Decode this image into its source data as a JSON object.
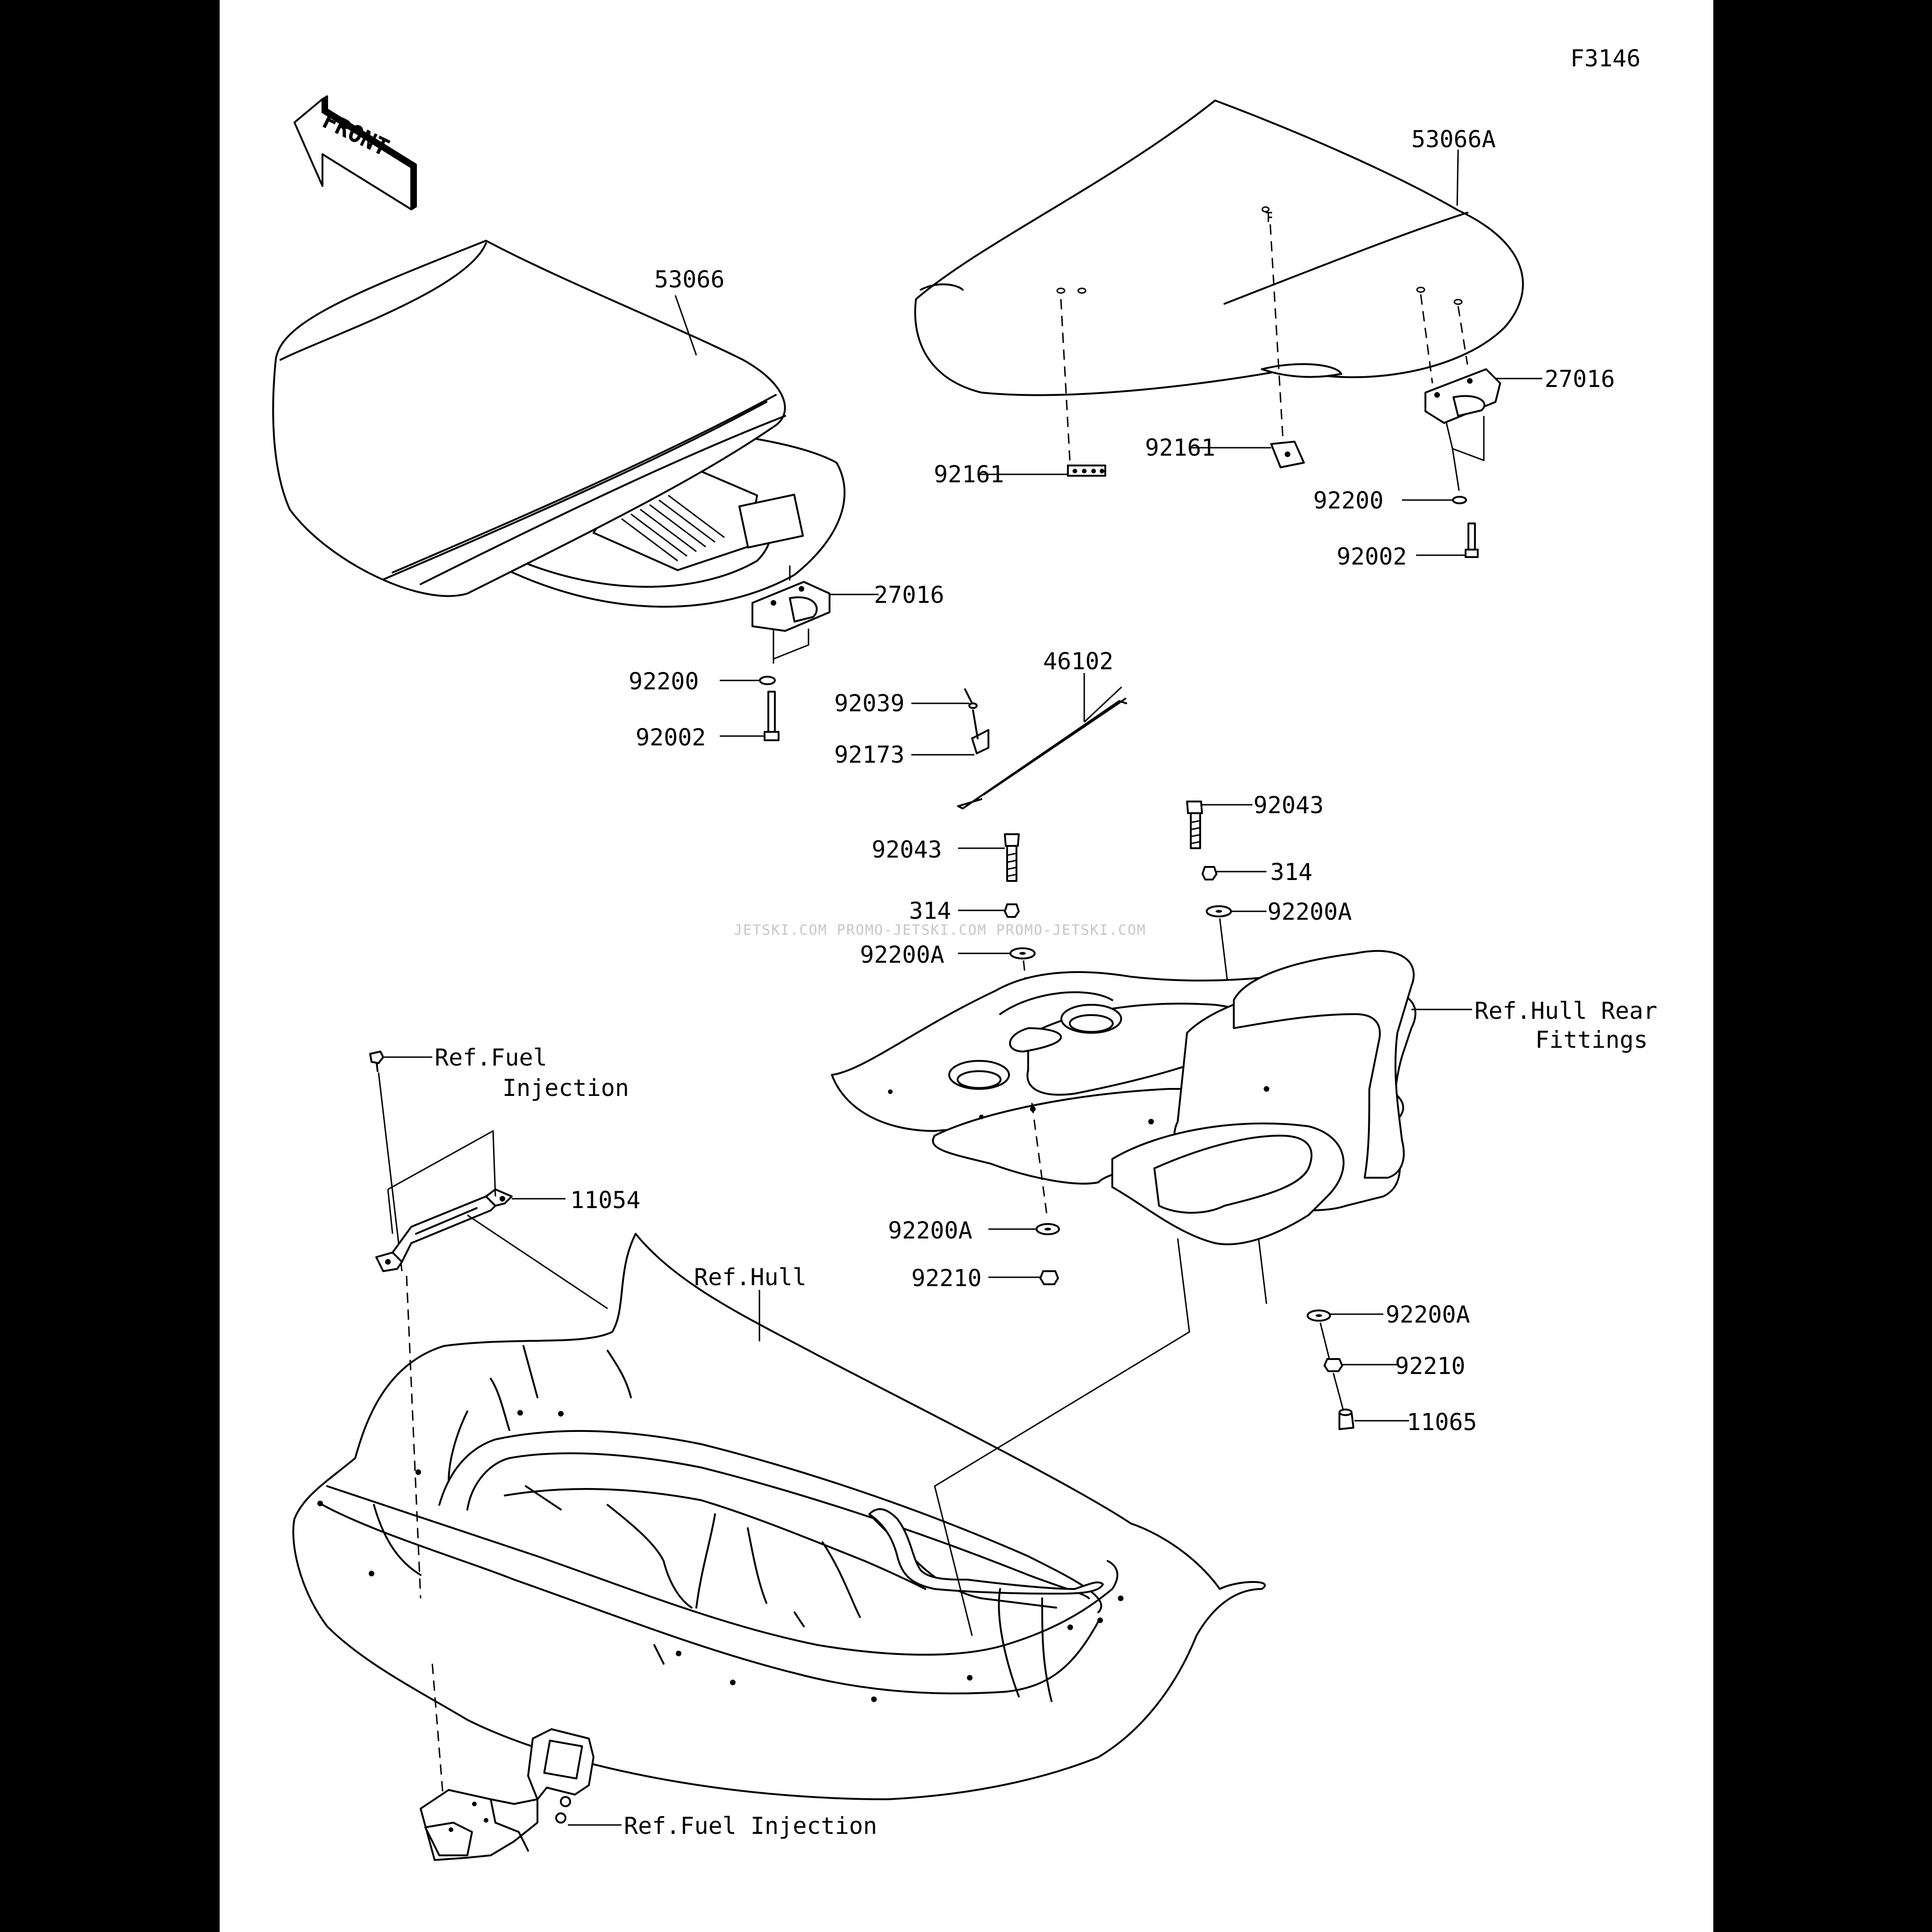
{
  "diagram": {
    "figure_code": "F3146",
    "front_arrow_text": "FRONT",
    "watermark": "JETSKI.COM  PROMO-JETSKI.COM  PROMO-JETSKI.COM",
    "labels": {
      "seat_front": "53066",
      "seat_rear": "53066A",
      "hook_front": "27016",
      "hook_rear": "27016",
      "washer_front": "92200",
      "washer_rear": "92200",
      "bolt_front": "92002",
      "bolt_rear": "92002",
      "nut_left": "92161",
      "nut_center": "92161",
      "rod": "46102",
      "spring_pin": "92039",
      "clamp": "92173",
      "stud_left": "92043",
      "stud_right": "92043",
      "grommet_left": "314",
      "grommet_right": "314",
      "washer_a_upper_left": "92200A",
      "washer_a_upper_right": "92200A",
      "washer_a_lower_left": "92200A",
      "washer_a_lower_right": "92200A",
      "nut_lower_left": "92210",
      "nut_lower_right": "92210",
      "cap": "11065",
      "bracket": "11054",
      "ref_fuel_injection_1": "Ref.Fuel",
      "ref_fuel_injection_2": "Injection",
      "ref_hull_rear_1": "Ref.Hull Rear",
      "ref_hull_rear_2": "Fittings",
      "ref_hull": "Ref.Hull",
      "ref_fuel_injection_bottom": "Ref.Fuel Injection"
    }
  }
}
